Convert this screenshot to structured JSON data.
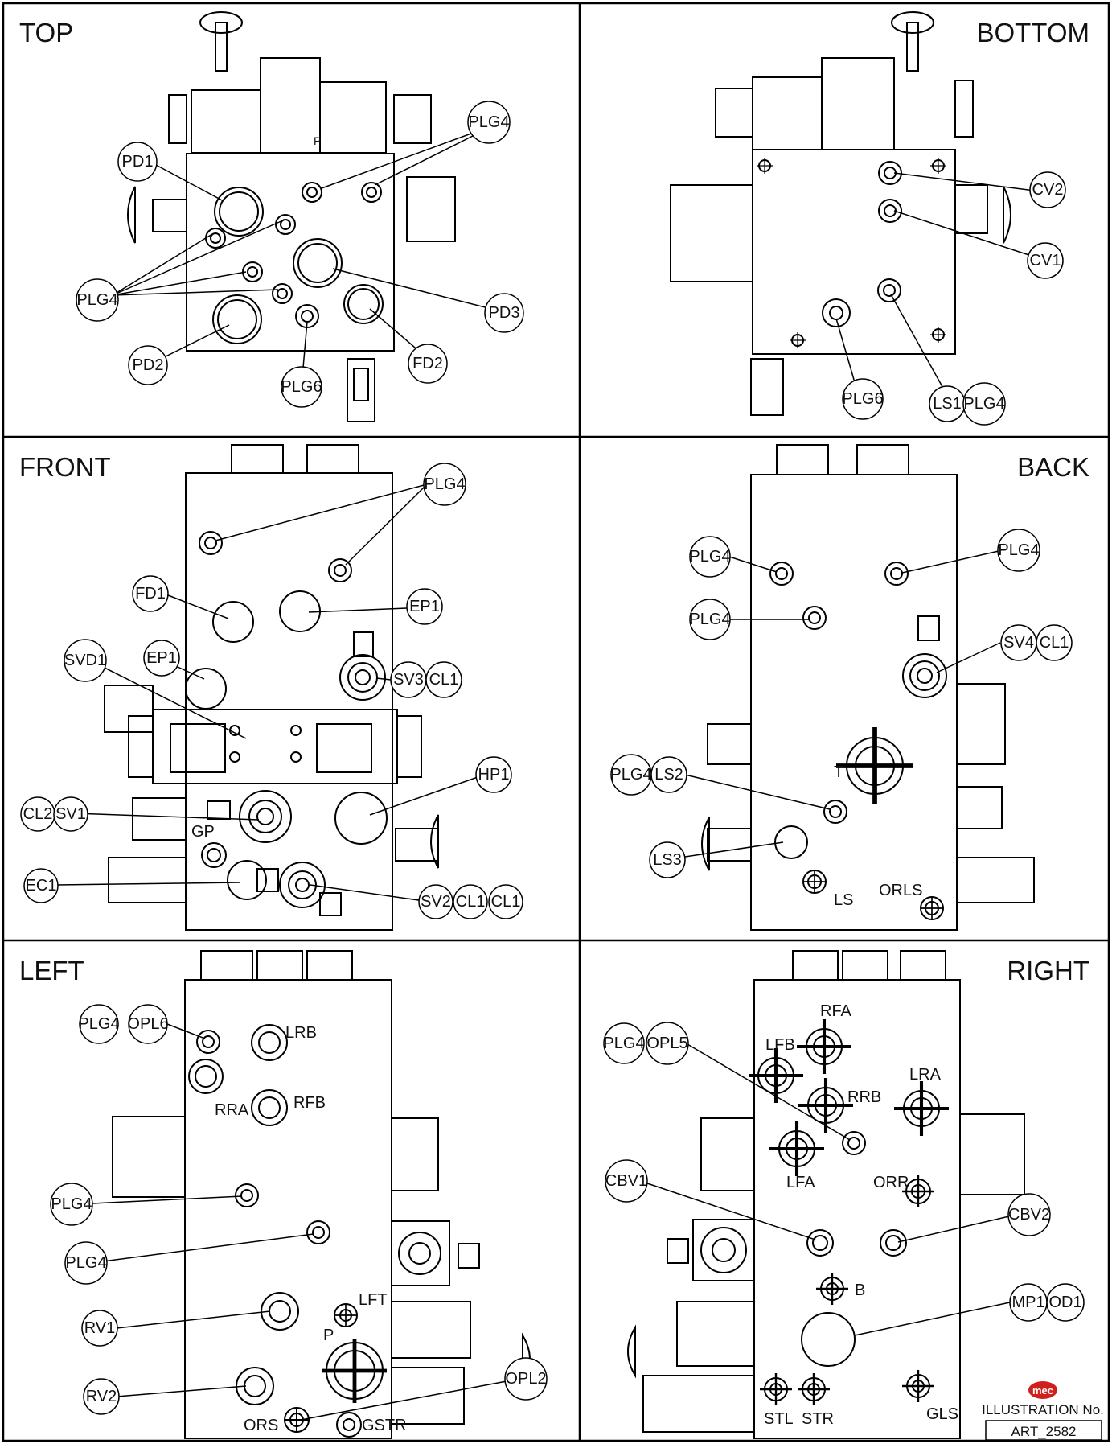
{
  "views": [
    {
      "title": "TOP",
      "callouts": [
        {
          "text": [
            "PD1"
          ]
        },
        {
          "text": [
            "PLG4"
          ]
        },
        {
          "text": [
            "PLG4"
          ]
        },
        {
          "text": [
            "PD3"
          ]
        },
        {
          "text": [
            "PD2"
          ]
        },
        {
          "text": [
            "PLG6"
          ]
        },
        {
          "text": [
            "FD2"
          ]
        }
      ],
      "labels": [
        "P"
      ]
    },
    {
      "title": "BOTTOM",
      "callouts": [
        {
          "text": [
            "CV2"
          ]
        },
        {
          "text": [
            "CV1"
          ]
        },
        {
          "text": [
            "PLG6"
          ]
        },
        {
          "text": [
            "LS1",
            "PLG4"
          ]
        }
      ],
      "labels": []
    },
    {
      "title": "FRONT",
      "callouts": [
        {
          "text": [
            "PLG4"
          ]
        },
        {
          "text": [
            "FD1"
          ]
        },
        {
          "text": [
            "EP1"
          ]
        },
        {
          "text": [
            "EP1"
          ]
        },
        {
          "text": [
            "SVD1"
          ]
        },
        {
          "text": [
            "SV3",
            "CL1"
          ]
        },
        {
          "text": [
            "HP1"
          ]
        },
        {
          "text": [
            "CL2",
            "SV1"
          ]
        },
        {
          "text": [
            "EC1"
          ]
        },
        {
          "text": [
            "SV2",
            "CL1",
            "CL1"
          ]
        }
      ],
      "labels": [
        "GP"
      ]
    },
    {
      "title": "BACK",
      "callouts": [
        {
          "text": [
            "PLG4"
          ]
        },
        {
          "text": [
            "PLG4"
          ]
        },
        {
          "text": [
            "PLG4"
          ]
        },
        {
          "text": [
            "SV4",
            "CL1"
          ]
        },
        {
          "text": [
            "PLG4",
            "LS2"
          ]
        },
        {
          "text": [
            "LS3"
          ]
        }
      ],
      "labels": [
        "T",
        "LS",
        "ORLS"
      ]
    },
    {
      "title": "LEFT",
      "callouts": [
        {
          "text": [
            "PLG4",
            "OPL6"
          ]
        },
        {
          "text": [
            "PLG4"
          ]
        },
        {
          "text": [
            "PLG4"
          ]
        },
        {
          "text": [
            "RV1"
          ]
        },
        {
          "text": [
            "RV2"
          ]
        },
        {
          "text": [
            "OPL2"
          ]
        }
      ],
      "labels": [
        "LRB",
        "RRA",
        "RFB",
        "LFT",
        "P",
        "ORS",
        "GSTR"
      ]
    },
    {
      "title": "RIGHT",
      "callouts": [
        {
          "text": [
            "PLG4",
            "OPL5"
          ]
        },
        {
          "text": [
            "CBV1"
          ]
        },
        {
          "text": [
            "CBV2"
          ]
        },
        {
          "text": [
            "MP1",
            "OD1"
          ]
        }
      ],
      "labels": [
        "RFA",
        "LFB",
        "LRA",
        "RRB",
        "LFA",
        "ORR",
        "B",
        "STL",
        "STR",
        "GLS"
      ]
    }
  ],
  "titleblock": {
    "logo": "mec",
    "label": "ILLUSTRATION No.",
    "number": "ART_2582"
  }
}
